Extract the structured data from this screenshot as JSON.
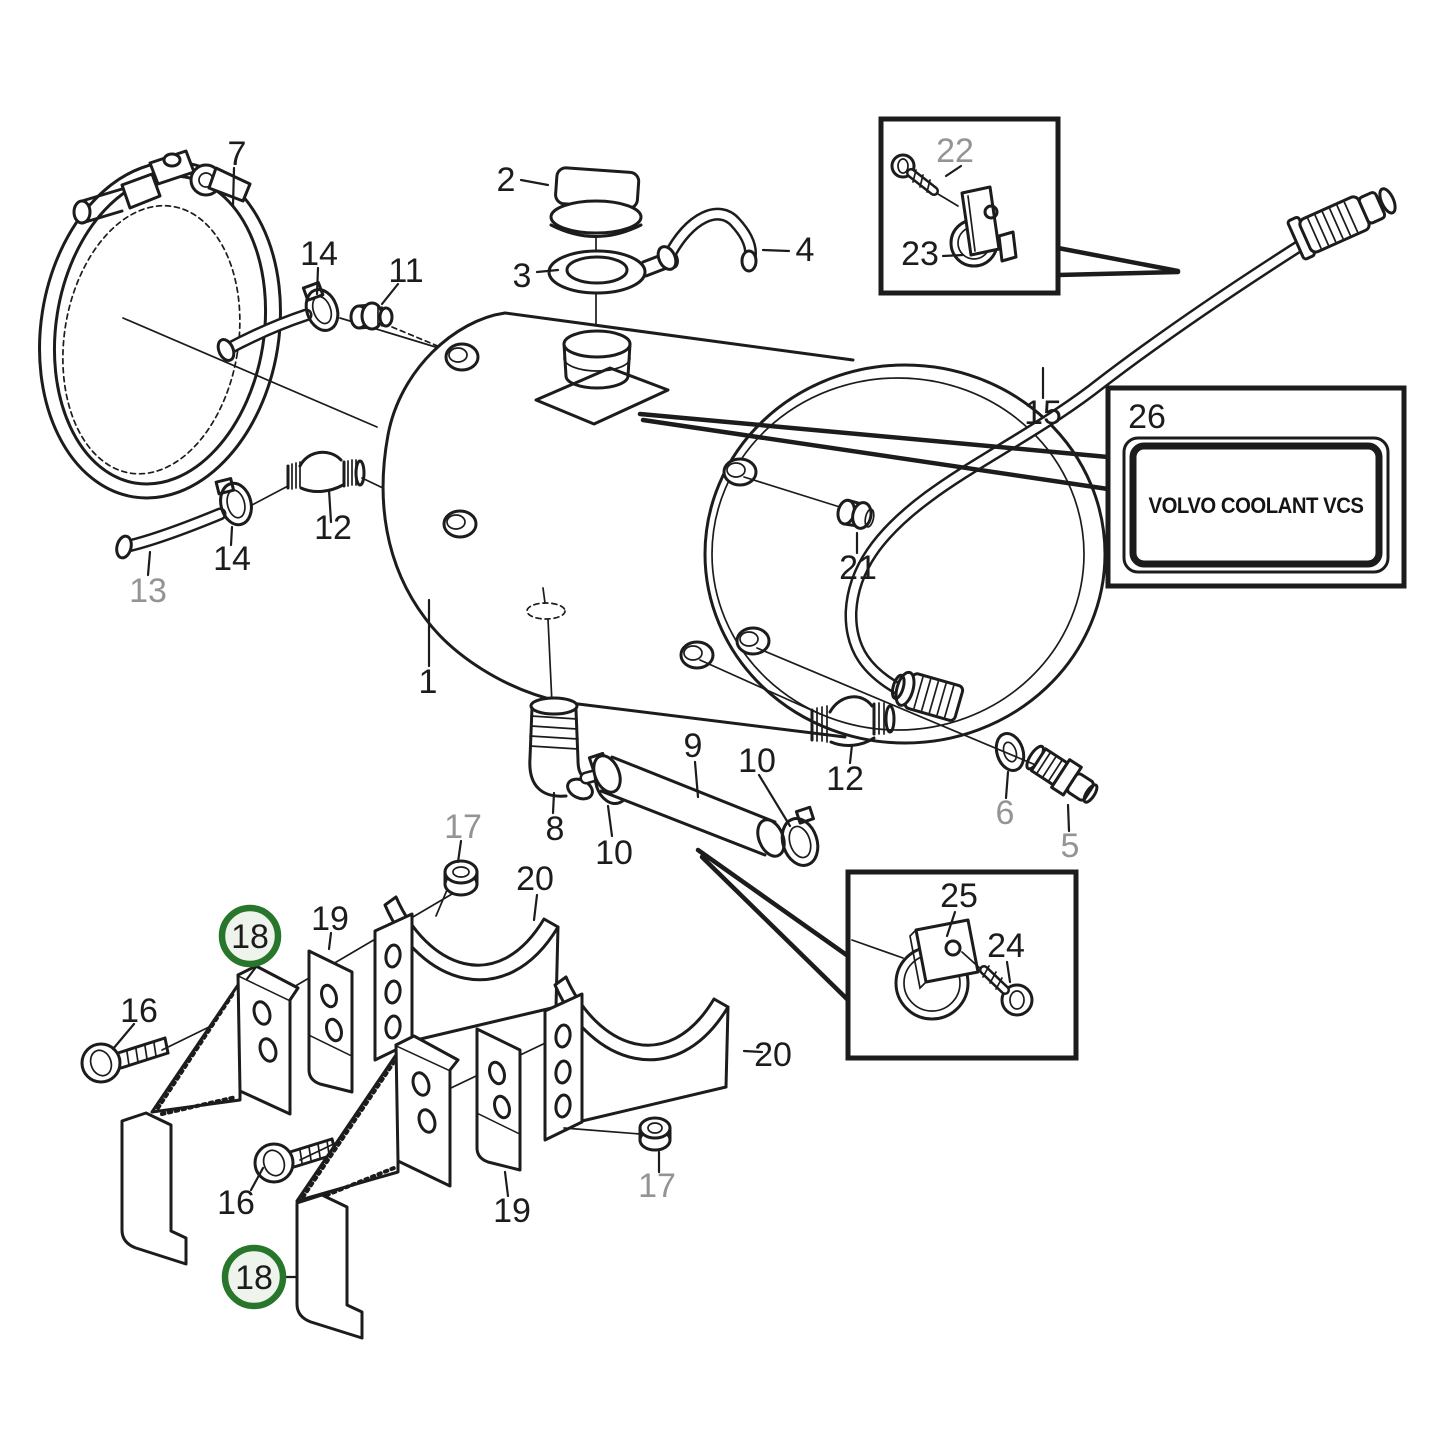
{
  "diagram": {
    "type": "exploded-parts-diagram",
    "subject": "coolant expansion tank assembly",
    "colors": {
      "background": "#ffffff",
      "line": "#1c1c1c",
      "muted_label": "#949494",
      "badge_ring_green": "#27762b",
      "badge_fill": "#eef3ec"
    },
    "brand_plate": {
      "number": "26",
      "text": "VOLVO COOLANT VCS"
    },
    "badges": [
      {
        "text": "18",
        "highlight": true
      },
      {
        "text": "18",
        "highlight": true
      }
    ],
    "labels": [
      {
        "text": "7",
        "muted": false
      },
      {
        "text": "2",
        "muted": false
      },
      {
        "text": "3",
        "muted": false
      },
      {
        "text": "4",
        "muted": false
      },
      {
        "text": "14",
        "muted": false
      },
      {
        "text": "11",
        "muted": false
      },
      {
        "text": "12",
        "muted": false
      },
      {
        "text": "14",
        "muted": false
      },
      {
        "text": "13",
        "muted": true
      },
      {
        "text": "1",
        "muted": false
      },
      {
        "text": "15",
        "muted": false
      },
      {
        "text": "21",
        "muted": false
      },
      {
        "text": "22",
        "muted": true
      },
      {
        "text": "23",
        "muted": false
      },
      {
        "text": "8",
        "muted": false
      },
      {
        "text": "10",
        "muted": false
      },
      {
        "text": "9",
        "muted": false
      },
      {
        "text": "10",
        "muted": false
      },
      {
        "text": "12",
        "muted": false
      },
      {
        "text": "6",
        "muted": true
      },
      {
        "text": "5",
        "muted": true
      },
      {
        "text": "25",
        "muted": false
      },
      {
        "text": "24",
        "muted": false
      },
      {
        "text": "16",
        "muted": false
      },
      {
        "text": "19",
        "muted": false
      },
      {
        "text": "17",
        "muted": true
      },
      {
        "text": "20",
        "muted": false
      },
      {
        "text": "16",
        "muted": false
      },
      {
        "text": "19",
        "muted": false
      },
      {
        "text": "17",
        "muted": true
      },
      {
        "text": "20",
        "muted": false
      }
    ]
  }
}
